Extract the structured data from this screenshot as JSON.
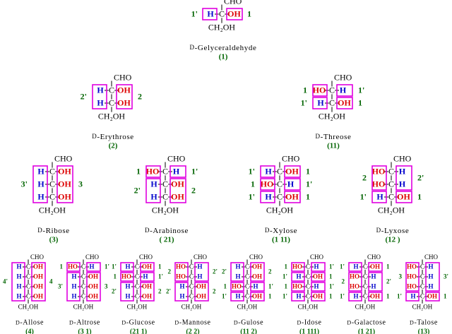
{
  "colors": {
    "box": "#e000e0",
    "hydrogen": "#0000cc",
    "hydroxyl": "#dd0000",
    "code": "#006400",
    "ink": "#000000"
  },
  "text": {
    "top_group": "CHO",
    "bottom_group": "CH₂OH",
    "hydrogen": "H",
    "hydroxyl": "OH",
    "ho": "HO",
    "carbon": "C",
    "d_prefix": "D"
  },
  "sugars": [
    {
      "name": "-Gelyceraldehyde",
      "number": "(1)",
      "rows": [
        "R"
      ],
      "left_codes": [
        "1'"
      ],
      "right_codes": [
        "1"
      ]
    },
    {
      "name": "-Erythrose",
      "number": "(2)",
      "rows": [
        "R",
        "R"
      ],
      "left_codes": [
        "2'"
      ],
      "right_codes": [
        "2"
      ]
    },
    {
      "name": "-Threose",
      "number": "(11)",
      "rows": [
        "L",
        "R"
      ],
      "left_codes": [
        "1",
        "1'"
      ],
      "right_codes": [
        "1'",
        "1"
      ]
    },
    {
      "name": "-Ribose",
      "number": "(3)",
      "rows": [
        "R",
        "R",
        "R"
      ],
      "left_codes": [
        "3'"
      ],
      "right_codes": [
        "3"
      ]
    },
    {
      "name": "-Arabinose",
      "number": "( 21)",
      "rows": [
        "L",
        "R",
        "R"
      ],
      "left_codes": [
        "1",
        "2'"
      ],
      "right_codes": [
        "1'",
        "2"
      ]
    },
    {
      "name": "-Xylose",
      "number": "(1 11)",
      "rows": [
        "R",
        "L",
        "R"
      ],
      "left_codes": [
        "1'",
        "1",
        "1'"
      ],
      "right_codes": [
        "1",
        "1'",
        "1"
      ]
    },
    {
      "name": "-Lyxose",
      "number": "(12 )",
      "rows": [
        "L",
        "L",
        "R"
      ],
      "left_codes": [
        "2",
        "1'"
      ],
      "right_codes": [
        "2'",
        "1"
      ]
    },
    {
      "name": "-Allose",
      "number": "(4)",
      "rows": [
        "R",
        "R",
        "R",
        "R"
      ],
      "left_codes": [
        "4'"
      ],
      "right_codes": [
        "4"
      ]
    },
    {
      "name": "-Altrose",
      "number": "(3 1)",
      "rows": [
        "L",
        "R",
        "R",
        "R"
      ],
      "left_codes": [
        "1",
        "3'"
      ],
      "right_codes": [
        "1'",
        "3"
      ]
    },
    {
      "name": "-Glucose",
      "number": "(21 1)",
      "rows": [
        "R",
        "L",
        "R",
        "R"
      ],
      "left_codes": [
        "1'",
        "1",
        "2'"
      ],
      "right_codes": [
        "1",
        "1'",
        "2"
      ]
    },
    {
      "name": "-Mannose",
      "number": "(2 2)",
      "rows": [
        "L",
        "L",
        "R",
        "R"
      ],
      "left_codes": [
        "2",
        "2'"
      ],
      "right_codes": [
        "2'",
        "2"
      ]
    },
    {
      "name": "-Gulose",
      "number": "(11 2)",
      "rows": [
        "R",
        "R",
        "L",
        "R"
      ],
      "left_codes": [
        "2'",
        "1",
        "1'"
      ],
      "right_codes": [
        "2",
        "1'",
        "1"
      ]
    },
    {
      "name": "-Idose",
      "number": "(1 111)",
      "rows": [
        "L",
        "R",
        "L",
        "R"
      ],
      "left_codes": [
        "1",
        "1'",
        "1",
        "1'"
      ],
      "right_codes": [
        "1'",
        "1",
        "1'",
        "1"
      ]
    },
    {
      "name": "-Galactose",
      "number": "(1 21)",
      "rows": [
        "R",
        "L",
        "L",
        "R"
      ],
      "left_codes": [
        "1'",
        "2",
        "1'"
      ],
      "right_codes": [
        "1",
        "2'",
        "1"
      ]
    },
    {
      "name": "-Talose",
      "number": "(13)",
      "rows": [
        "L",
        "L",
        "L",
        "R"
      ],
      "left_codes": [
        "3",
        "1'"
      ],
      "right_codes": [
        "3'",
        "1"
      ]
    }
  ]
}
